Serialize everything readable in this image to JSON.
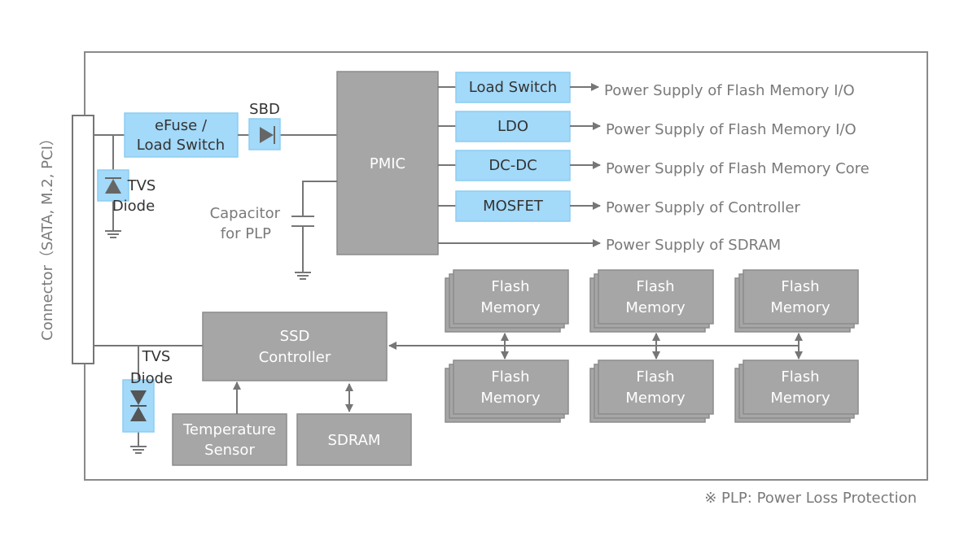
{
  "connector_label": "Connector（SATA, M.2, PCI）",
  "efuse": {
    "line1": "eFuse /",
    "line2": "Load Switch"
  },
  "sbd_label": "SBD",
  "tvs_top": {
    "line1": "TVS",
    "line2": "Diode"
  },
  "tvs_bottom": {
    "line1": "TVS",
    "line2": "Diode"
  },
  "pmic_label": "PMIC",
  "capacitor": {
    "line1": "Capacitor",
    "line2": "for PLP"
  },
  "rails": [
    {
      "block": "Load Switch",
      "output": "Power Supply of Flash Memory I/O"
    },
    {
      "block": "LDO",
      "output": "Power Supply of Flash Memory I/O"
    },
    {
      "block": "DC-DC",
      "output": "Power Supply of Flash Memory Core"
    },
    {
      "block": "MOSFET",
      "output": "Power Supply of Controller"
    }
  ],
  "sdram_rail_output": "Power Supply of SDRAM",
  "controller": {
    "line1": "SSD",
    "line2": "Controller"
  },
  "temp_sensor": {
    "line1": "Temperature",
    "line2": "Sensor"
  },
  "sdram_label": "SDRAM",
  "flash": [
    {
      "line1": "Flash",
      "line2": "Memory"
    },
    {
      "line1": "Flash",
      "line2": "Memory"
    },
    {
      "line1": "Flash",
      "line2": "Memory"
    },
    {
      "line1": "Flash",
      "line2": "Memory"
    },
    {
      "line1": "Flash",
      "line2": "Memory"
    },
    {
      "line1": "Flash",
      "line2": "Memory"
    }
  ],
  "footnote": "※ PLP: Power Loss Protection",
  "colors": {
    "component_blue": "#a3d9f9",
    "block_gray": "#a6a6a6",
    "line_gray": "#767676"
  }
}
